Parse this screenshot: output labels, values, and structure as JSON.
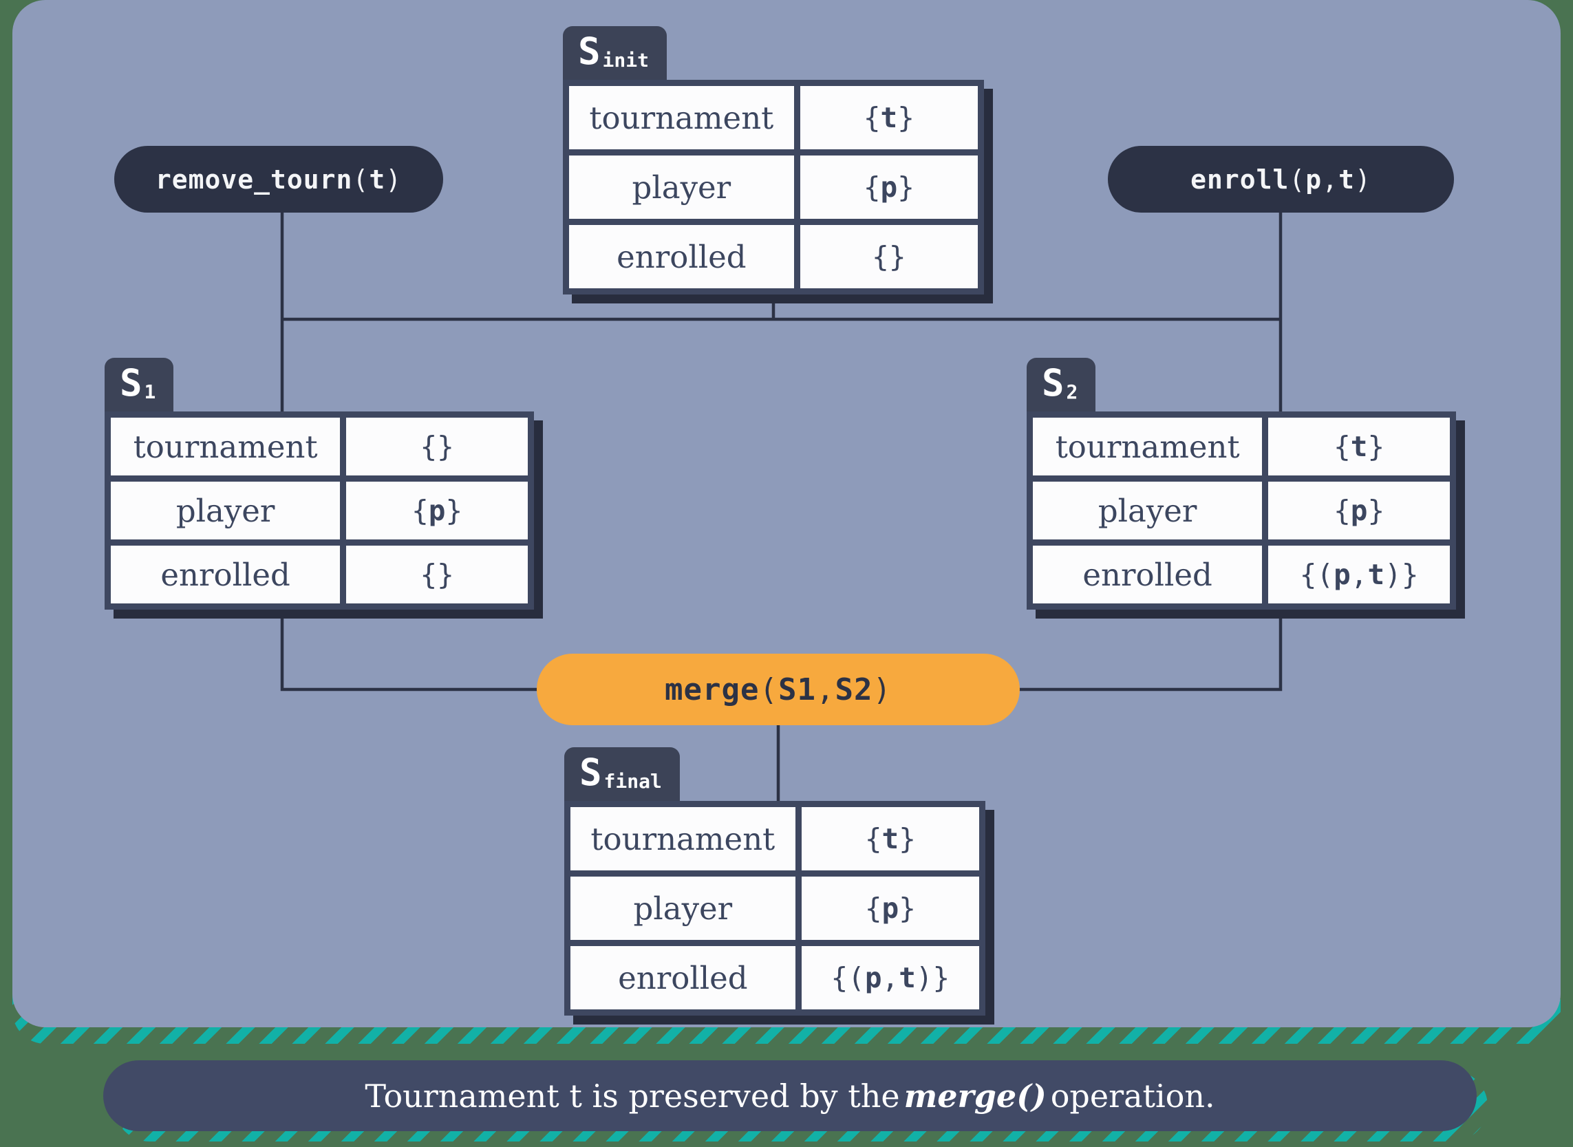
{
  "colors": {
    "teal": "#12b1a7",
    "green": "#4a7351",
    "panel": "#8e9bba",
    "dark": "#2c3245",
    "tab": "#3c4357",
    "table_border": "#3e4760",
    "table_shadow": "#282d3e",
    "cell": "#fcfcfd",
    "orange": "#f7a93e",
    "banner": "#414a66",
    "ink": "#3c465f"
  },
  "operations": {
    "remove": "remove_tourn(t)",
    "enroll": "enroll(p, t)",
    "merge": "merge(S1, S2)"
  },
  "states": {
    "s_init": {
      "tag": "S",
      "sub": "init",
      "rows": [
        {
          "label": "tournament",
          "value": "{t}"
        },
        {
          "label": "player",
          "value": "{p}"
        },
        {
          "label": "enrolled",
          "value": "{}"
        }
      ]
    },
    "s1": {
      "tag": "S",
      "sub": "1",
      "rows": [
        {
          "label": "tournament",
          "value": "{}"
        },
        {
          "label": "player",
          "value": "{p}"
        },
        {
          "label": "enrolled",
          "value": "{}"
        }
      ]
    },
    "s2": {
      "tag": "S",
      "sub": "2",
      "rows": [
        {
          "label": "tournament",
          "value": "{t}"
        },
        {
          "label": "player",
          "value": "{p}"
        },
        {
          "label": "enrolled",
          "value": "{(p, t)}"
        }
      ]
    },
    "s_final": {
      "tag": "S",
      "sub": "final",
      "rows": [
        {
          "label": "tournament",
          "value": "{t}"
        },
        {
          "label": "player",
          "value": "{p}"
        },
        {
          "label": "enrolled",
          "value": "{(p, t)}"
        }
      ]
    }
  },
  "caption": {
    "prefix": "Tournament t is preserved by the",
    "emphasis": "merge()",
    "suffix": "operation."
  }
}
